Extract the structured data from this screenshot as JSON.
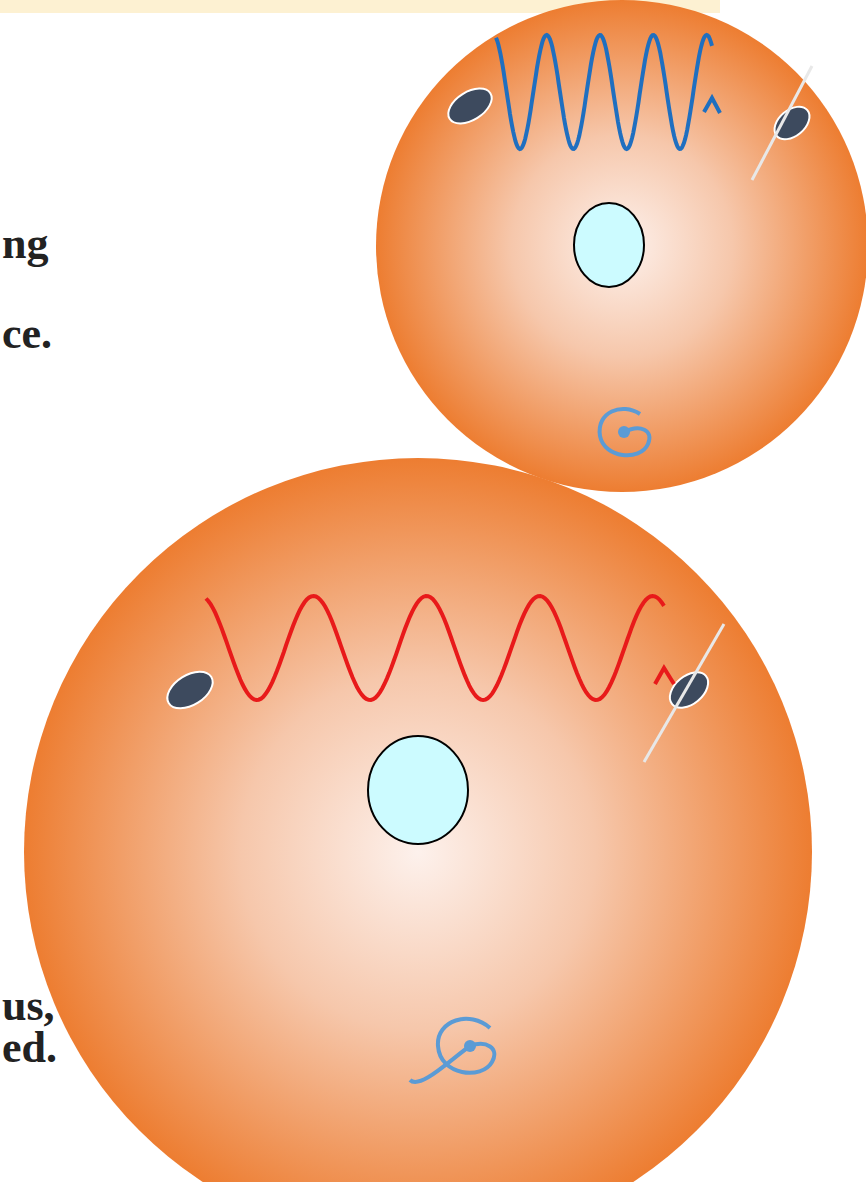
{
  "diagram": {
    "labels": [
      "ng",
      "ce.",
      "us,",
      "ed."
    ]
  }
}
